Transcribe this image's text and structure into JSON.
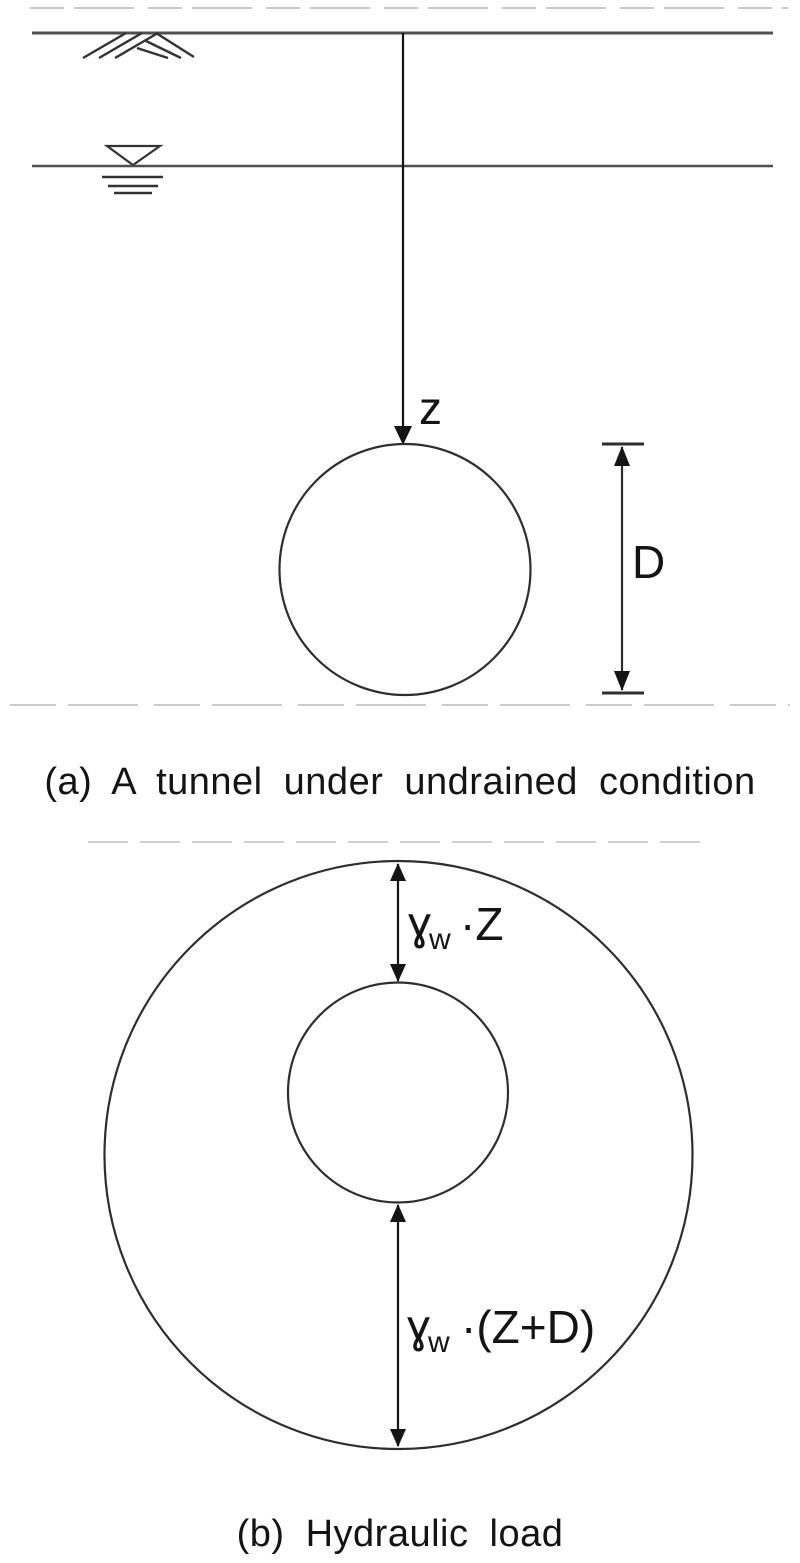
{
  "colors": {
    "surface_line": "#4f4f4f",
    "drawing": "#2e2e2e",
    "arrow": "#141414",
    "faint_line": "#c9c9c9"
  },
  "panel_a": {
    "caption": "(a) A tunnel under undrained condition",
    "depth_label": "z",
    "diameter_label": "D"
  },
  "panel_b": {
    "caption": "(b) Hydraulic load",
    "crown_load": {
      "gamma": "ɣ",
      "subscript": "w",
      "expression": "·Z"
    },
    "invert_load": {
      "gamma": "ɣ",
      "subscript": "w",
      "expression": "·(Z+D)"
    }
  }
}
